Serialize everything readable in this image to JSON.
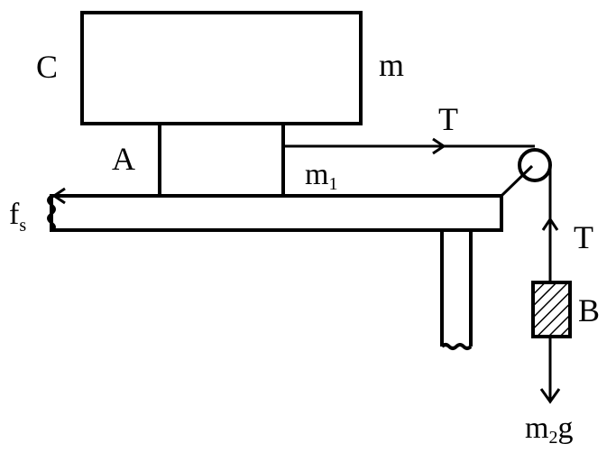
{
  "labels": {
    "block_c": "C",
    "mass_c": "m",
    "block_a": "A",
    "mass_a_base": "m",
    "mass_a_sub": "1",
    "tension_top": "T",
    "tension_right": "T",
    "friction_base": "f",
    "friction_sub": "s",
    "block_b": "B",
    "weight_pre": "m",
    "weight_sub": "2",
    "weight_post": "g"
  }
}
